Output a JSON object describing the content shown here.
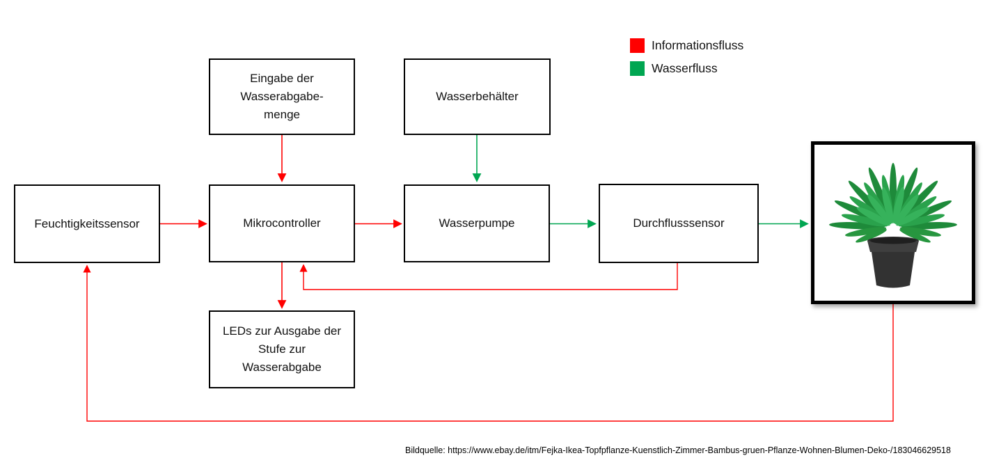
{
  "legend": {
    "items": [
      {
        "id": "informationsfluss",
        "label": "Informationsfluss",
        "color": "#ff0000"
      },
      {
        "id": "wasserfluss",
        "label": "Wasserfluss",
        "color": "#00a651"
      }
    ]
  },
  "nodes": [
    {
      "id": "eingabe-wasserabgabemenge",
      "label": "Eingabe der\nWasserabgabe-\nmenge"
    },
    {
      "id": "wasserbehaelter",
      "label": "Wasserbehälter"
    },
    {
      "id": "feuchtigkeitssensor",
      "label": "Feuchtigkeitssensor"
    },
    {
      "id": "mikrocontroller",
      "label": "Mikrocontroller"
    },
    {
      "id": "wasserpumpe",
      "label": "Wasserpumpe"
    },
    {
      "id": "durchflusssensor",
      "label": "Durchflusssensor"
    },
    {
      "id": "leds-wasserabgabe",
      "label": "LEDs zur Ausgabe der\nStufe zur\nWasserabgabe"
    }
  ],
  "edges": [
    {
      "from": "eingabe-wasserabgabemenge",
      "to": "mikrocontroller",
      "type": "informationsfluss"
    },
    {
      "from": "feuchtigkeitssensor",
      "to": "mikrocontroller",
      "type": "informationsfluss"
    },
    {
      "from": "mikrocontroller",
      "to": "wasserpumpe",
      "type": "informationsfluss"
    },
    {
      "from": "mikrocontroller",
      "to": "leds-wasserabgabe",
      "type": "informationsfluss"
    },
    {
      "from": "durchflusssensor",
      "to": "mikrocontroller",
      "type": "informationsfluss"
    },
    {
      "from": "pflanze",
      "to": "feuchtigkeitssensor",
      "type": "informationsfluss"
    },
    {
      "from": "wasserbehaelter",
      "to": "wasserpumpe",
      "type": "wasserfluss"
    },
    {
      "from": "wasserpumpe",
      "to": "durchflusssensor",
      "type": "wasserfluss"
    },
    {
      "from": "durchflusssensor",
      "to": "pflanze",
      "type": "wasserfluss"
    }
  ],
  "caption": {
    "text": "Bildquelle: https://www.ebay.de/itm/Fejka-Ikea-Topfpflanze-Kuenstlich-Zimmer-Bambus-gruen-Pflanze-Wohnen-Blumen-Deko-/183046629518"
  }
}
